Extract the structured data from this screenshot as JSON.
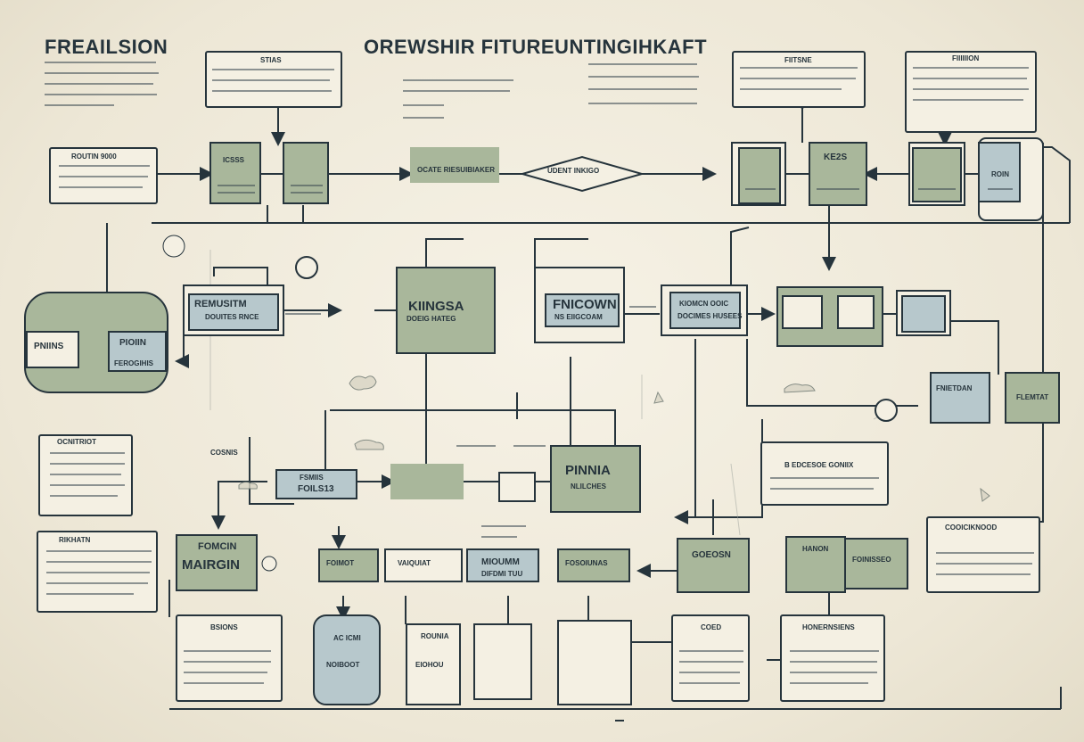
{
  "header": {
    "left_title": "FREAILSION",
    "main_title": "OREWSHIR FITUREUNTINGIHKAFT"
  },
  "top_notes": {
    "left": "STIAS",
    "right_a": "FIITSNE",
    "right_b": "FIIIIIION"
  },
  "nodes": {
    "n_routn": "ROUTIN 9000",
    "n_icss": "ICSSS",
    "n_ocate": "OCATE RIESUIBIAKER",
    "n_udent": "UDENT INKIGO",
    "n_ke2s": "KE2S",
    "n_roin": "ROIN",
    "n_remusitm_a": "REMUSITM",
    "n_remusitm_b": "DOUITES RNCE",
    "n_kiingsa_a": "KIINGSA",
    "n_kiingsa_b": "DOEIG HATEG",
    "n_fnicown_a": "FNICOWN",
    "n_fnicown_b": "NS EIIGCOAM",
    "n_kiomdn_a": "KIOMCN OOIC",
    "n_kiomdn_b": "DOCIMES HUSEES",
    "n_pniins": "PNIINS",
    "n_pionm_a": "PIOIIN",
    "n_pionm_b": "FEROGIHIS",
    "n_fmetdan": "FNIETDAN",
    "n_flemtat": "FLEMTAT",
    "n_ocnitriot": "OCNITRIOT",
    "n_cosnis": "COSNIS",
    "n_fsmis_a": "FSMIIS",
    "n_fsmis_b": "FOILS13",
    "n_pnmia_a": "PINNIA",
    "n_pnmia_b": "NLILCHES",
    "n_rikhatn": "RIKHATN",
    "n_fomon_a": "FOMCIN",
    "n_fomon_b": "MAIRGIN",
    "n_foimot": "FOIMOT",
    "n_vaiquat": "VAIQUIAT",
    "n_mounm_a": "MIOUMM",
    "n_mounm_b": "DIFDMI TUU",
    "n_fosoumas": "FOSOIUNAS",
    "n_goeosn": "GOEOSN",
    "n_hanon": "HANON",
    "n_foniseon": "FOINISSEO",
    "n_cooicknod": "COOICIKNOOD",
    "n_bsions": "BSIONS",
    "n_acicm_a": "AC ICMI",
    "n_acicm_b": "NOIBOOT",
    "n_rounoa": "ROUNIA",
    "n_eiohou": "EIOHOU",
    "n_coed": "COED",
    "n_honeroms": "HONERNSIENS",
    "n_bconrioe": "B EDCESOE GONIIX"
  },
  "palette": {
    "bg": "#efeadb",
    "ink": "#26343c",
    "sage": "#a9b79b",
    "teal": "#b7c8cc",
    "paper": "#f4f0e3"
  }
}
